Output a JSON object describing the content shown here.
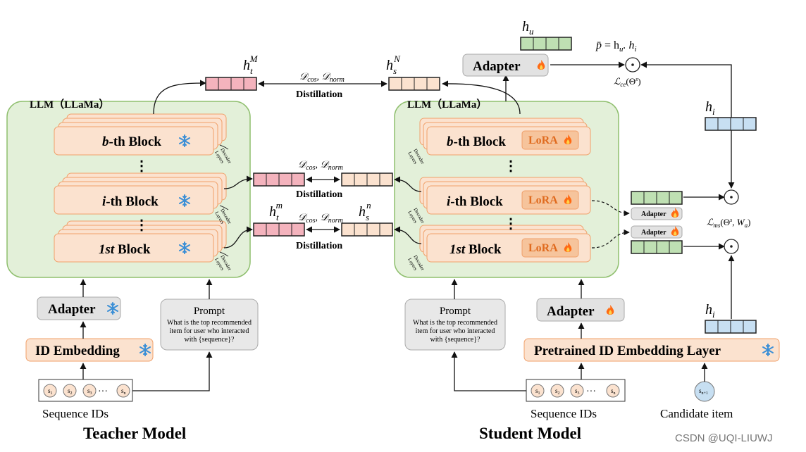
{
  "teacher": {
    "llm_label": "LLM（LLaMa）",
    "blocks": [
      {
        "pre": "b",
        "suffix": "-th Block"
      },
      {
        "pre": "i",
        "suffix": "-th Block"
      },
      {
        "pre": "1st",
        "suffix": " Block"
      }
    ],
    "decoder_label": [
      "Decoder",
      "Layers"
    ],
    "adapter_label": "Adapter",
    "id_embedding_label": "ID Embedding",
    "prompt": {
      "title": "Prompt",
      "lines": [
        "What is the top recommended",
        "item for user who interacted",
        "with {sequence}?"
      ]
    },
    "sequence_label": "Sequence IDs",
    "sequence_items": [
      "s",
      "s",
      "s",
      "s"
    ],
    "sequence_subs": [
      "1",
      "2",
      "3",
      "n"
    ],
    "ellipsis": "···",
    "model_title": "Teacher Model"
  },
  "student": {
    "llm_label": "LLM（LLaMa）",
    "blocks": [
      {
        "pre": "b",
        "suffix": "-th Block"
      },
      {
        "pre": "i",
        "suffix": "-th Block"
      },
      {
        "pre": "1st",
        "suffix": " Block"
      }
    ],
    "lora_label": "LoRA",
    "decoder_label": [
      "Decoder",
      "Layers"
    ],
    "adapter_label": "Adapter",
    "id_embedding_label": "Pretrained ID Embedding Layer",
    "prompt": {
      "title": "Prompt",
      "lines": [
        "What is the top recommended",
        "item for user who interacted",
        "with {sequence}?"
      ]
    },
    "sequence_label": "Sequence IDs",
    "sequence_items": [
      "s",
      "s",
      "s",
      "s"
    ],
    "sequence_subs": [
      "1",
      "2",
      "3",
      "n"
    ],
    "ellipsis": "···",
    "candidate_item": "s",
    "candidate_sub": "n+1",
    "candidate_label": "Candidate item",
    "small_adapter_label": "Adapter",
    "model_title": "Student Model"
  },
  "distillation": {
    "label": "Distillation",
    "loss_cos": "cos",
    "loss_norm": "norm",
    "top": {
      "t_sup": "M",
      "s_sup": "N"
    },
    "middle": {},
    "bottom": {
      "t_sup": "m",
      "s_sup": "n"
    }
  },
  "right": {
    "adapter_label": "Adapter",
    "hu": "u",
    "hi": "i",
    "formula": "= h",
    "ce_loss": "ce",
    "theta": "(Θ",
    "ms_loss": "ms",
    "ms_args": "(Θ",
    "ms_wa": "W"
  },
  "watermark": "CSDN @UQI-LIUWJ",
  "colors": {
    "llm_fill": "#e3f0d9",
    "llm_stroke": "#8fbf6e",
    "block_fill": "#fbe2cf",
    "block_stroke": "#f0a06a",
    "teacher_vec": "#f4b3bd",
    "student_vec": "#fbe2cf",
    "blue_vec": "#c7dff2",
    "green_vec": "#bfe0b3",
    "adapter_gray": "#e2e2e2",
    "snow": "#3b8fd6",
    "fire": "#ff6a13",
    "lora_fill": "#f6c49c"
  }
}
